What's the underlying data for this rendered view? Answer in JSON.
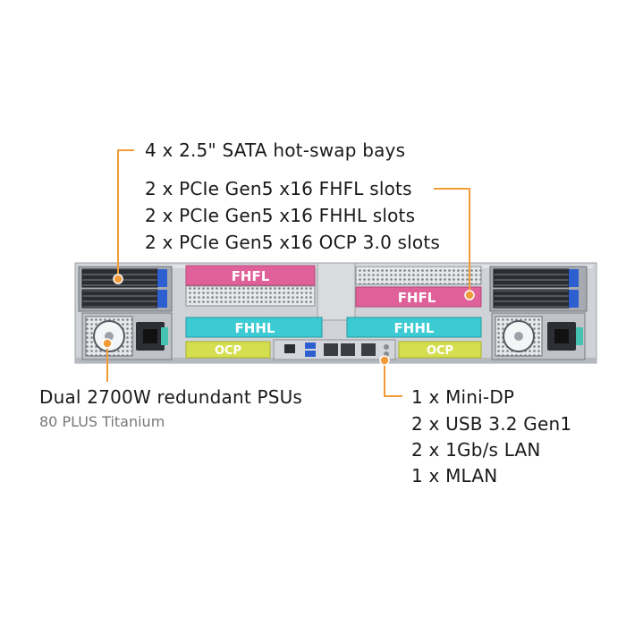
{
  "callouts": {
    "drive_bays": "4 x 2.5\" SATA hot-swap bays",
    "pcie": [
      "2 x PCIe Gen5 x16 FHFL slots",
      "2 x PCIe Gen5 x16 FHHL slots",
      "2 x PCIe Gen5 x16 OCP 3.0 slots"
    ],
    "psu_title": "Dual 2700W redundant PSUs",
    "psu_sub": "80 PLUS Titanium",
    "io": [
      "1 x Mini-DP",
      "2 x USB 3.2 Gen1",
      "2 x 1Gb/s LAN",
      "1 x MLAN"
    ]
  },
  "slots": {
    "fhfl": "FHFL",
    "fhhl": "FHHL",
    "ocp": "OCP"
  },
  "colors": {
    "accent": "#f29b38",
    "fhfl": "#e0619a",
    "fhhl": "#3ccbd3",
    "ocp": "#d5de4e",
    "chassis": "#c9ccd0",
    "drive_handle": "#2e5fd0"
  }
}
